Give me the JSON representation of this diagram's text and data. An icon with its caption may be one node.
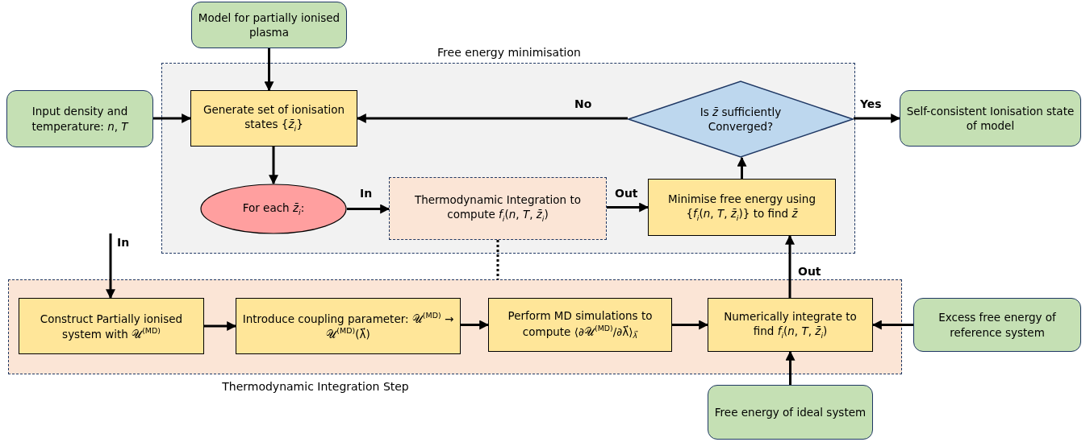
{
  "diagram": {
    "nodes": [
      {
        "text": [
          "Free energy minimisation"
        ]
      },
      {
        "text": [
          "Model for partially ionised plasma"
        ]
      },
      {
        "text": [
          "Input density and temperature: *n*, *T*"
        ]
      },
      {
        "text": [
          "Generate set of ionisation states {*z̄*$_{i}$}"
        ],
        "in": 0
      },
      {
        "text": [
          "Is *z̄* sufficiently Converged?"
        ],
        "in": 0
      },
      {
        "text": [
          "Self-consistent Ionisation state of model"
        ]
      },
      {
        "text": [
          "For each *z̄*$_{i}$:"
        ],
        "in": 0
      },
      {
        "text": [
          "Thermodynamic Integration to compute *f*$_{i}$(*n*, *T*, *z̄*$_{i}$)"
        ],
        "in": 0
      },
      {
        "text": [
          "Minimise free energy using {*f*$_{i}$(*n*, *T*, *z̄*$_{i}$)} to find *z̄*"
        ],
        "in": 0
      },
      {
        "text": [
          "Thermodynamic Integration Step"
        ]
      },
      {
        "text": [
          "Construct Partially ionised system with 𝒰$^{(MD)}$"
        ],
        "in": 9
      },
      {
        "text": [
          "Introduce coupling parameter: 𝒰$^{(MD)}$ → 𝒰$^{(MD)}$(λ⃗)"
        ],
        "in": 9
      },
      {
        "text": [
          "Perform MD simulations to compute ⟨∂𝒰$^{(MD)}$/∂λ⃗⟩$_{λ⃗}$"
        ],
        "in": 9
      },
      {
        "text": [
          "Numerically integrate to find *f*$_{i}$(*n*, *T*, *z̄*$_{i}$)"
        ],
        "in": 9
      },
      {
        "text": [
          "Excess free energy of reference system"
        ]
      },
      {
        "text": [
          "Free energy of ideal system"
        ]
      }
    ],
    "edges": [
      {
        "from": 1,
        "to": 3,
        "arrow": "to"
      },
      {
        "from": 2,
        "to": 3,
        "arrow": "to"
      },
      {
        "from": 3,
        "to": 6,
        "arrow": "to"
      },
      {
        "from": 6,
        "to": 7,
        "arrow": "to",
        "label": "In"
      },
      {
        "from": 7,
        "to": 8,
        "arrow": "to",
        "label": "Out"
      },
      {
        "from": 8,
        "to": 4,
        "arrow": "to"
      },
      {
        "from": 4,
        "to": 3,
        "arrow": "to",
        "label": "No"
      },
      {
        "from": 4,
        "to": 5,
        "arrow": "to",
        "label": "Yes"
      },
      {
        "from": 7,
        "to": 9,
        "arrow": "none",
        "style": "dashed"
      },
      {
        "from": null,
        "to": 10,
        "arrow": "to",
        "label": "In"
      },
      {
        "from": 10,
        "to": 11,
        "arrow": "to"
      },
      {
        "from": 11,
        "to": 12,
        "arrow": "to"
      },
      {
        "from": 12,
        "to": 13,
        "arrow": "to"
      },
      {
        "from": 14,
        "to": 13,
        "arrow": "to"
      },
      {
        "from": 15,
        "to": 13,
        "arrow": "to"
      },
      {
        "from": 13,
        "to": 8,
        "arrow": "to",
        "label": "Out"
      }
    ]
  }
}
